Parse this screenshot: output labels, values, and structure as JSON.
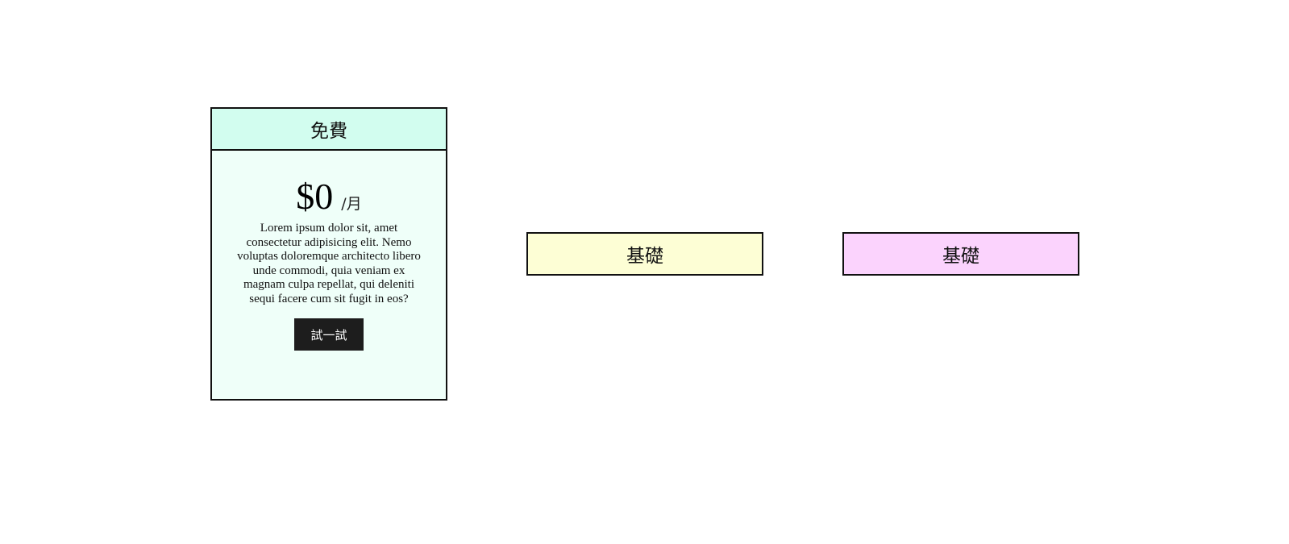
{
  "plans": [
    {
      "title": "免費",
      "price": "$0",
      "unit": "/月",
      "description": "Lorem ipsum dolor sit, amet consectetur adipisicing elit. Nemo voluptas doloremque architecto libero unde commodi, quia veniam ex magnam culpa repellat, qui deleniti sequi facere cum sit fugit in eos?",
      "button_label": "試一試",
      "header_color": "#d2fdef",
      "body_color": "#effff9"
    },
    {
      "title": "基礎",
      "color": "#fdfed5"
    },
    {
      "title": "基礎",
      "color": "#fbd3fd"
    }
  ]
}
